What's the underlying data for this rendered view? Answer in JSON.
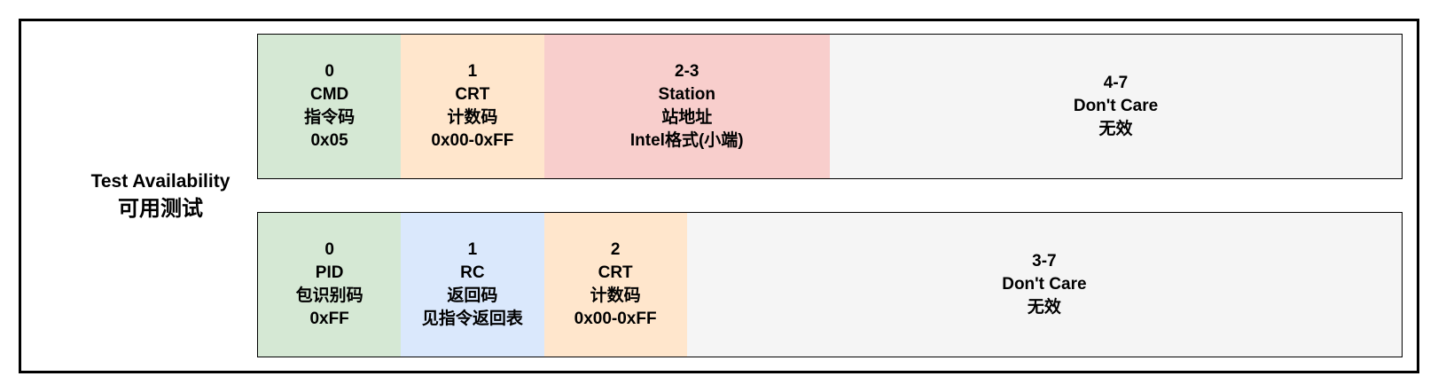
{
  "diagram": {
    "title_en": "Test Availability",
    "title_zh": "可用测试"
  },
  "colors": {
    "green": "#d5e8d4",
    "orange": "#ffe6cc",
    "pink": "#f8cecc",
    "blue": "#dae8fc",
    "gray": "#f5f5f5",
    "border": "#000000"
  },
  "rows": [
    {
      "cells": [
        {
          "color": "green",
          "span": 1,
          "lines": [
            "0",
            "CMD",
            "指令码",
            "0x05"
          ]
        },
        {
          "color": "orange",
          "span": 1,
          "lines": [
            "1",
            "CRT",
            "计数码",
            "0x00-0xFF"
          ]
        },
        {
          "color": "pink",
          "span": 2,
          "lines": [
            "2-3",
            "Station",
            "站地址",
            "Intel格式(小端)"
          ]
        },
        {
          "color": "gray",
          "span": 4,
          "lines": [
            "4-7",
            "Don't Care",
            "无效"
          ]
        }
      ]
    },
    {
      "cells": [
        {
          "color": "green",
          "span": 1,
          "lines": [
            "0",
            "PID",
            "包识别码",
            "0xFF"
          ]
        },
        {
          "color": "blue",
          "span": 1,
          "lines": [
            "1",
            "RC",
            "返回码",
            "见指令返回表"
          ]
        },
        {
          "color": "orange",
          "span": 1,
          "lines": [
            "2",
            "CRT",
            "计数码",
            "0x00-0xFF"
          ]
        },
        {
          "color": "gray",
          "span": 5,
          "lines": [
            "3-7",
            "Don't Care",
            "无效"
          ]
        }
      ]
    }
  ]
}
